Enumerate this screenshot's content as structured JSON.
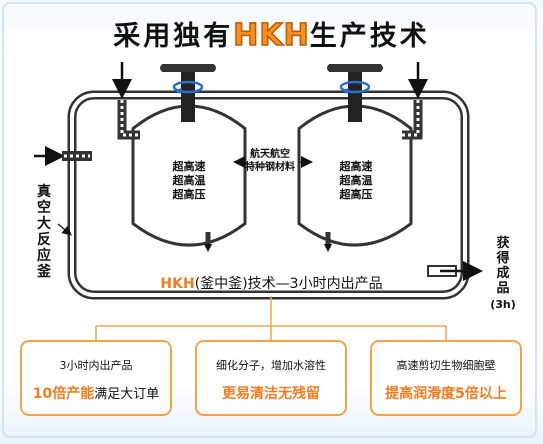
{
  "title": {
    "brand": "HKH",
    "prefix": "采用独有",
    "suffix": "生产技术"
  },
  "tanks": [
    {
      "lines": [
        "超高速",
        "超高温",
        "超高压"
      ]
    },
    {
      "lines": [
        "超高速",
        "超高温",
        "超高压"
      ]
    }
  ],
  "material_label": [
    "航天航空",
    "特种钢材料"
  ],
  "reactor_label": "真空大反应釜",
  "output_label": {
    "text": "获得成品",
    "time": "(3h)"
  },
  "process_label": {
    "brand": "HKH",
    "paren": "(釜中釜)",
    "rest": "技术—3小时内出产品"
  },
  "cards": [
    {
      "line1": "3小时内出产品",
      "highlight": "10倍产能",
      "rest": "满足大订单"
    },
    {
      "line1": "细化分子，增加水溶性",
      "highlight": "更易清洁无残留",
      "rest": ""
    },
    {
      "line1": "高速剪切生物细胞壁",
      "highlight": "提高润滑度5倍以上",
      "rest": ""
    }
  ],
  "colors": {
    "accent": "#f47a1f",
    "pipe": "#333333",
    "card_border": "#f5a24d",
    "rotation_arrow": "#2a6fc9"
  }
}
